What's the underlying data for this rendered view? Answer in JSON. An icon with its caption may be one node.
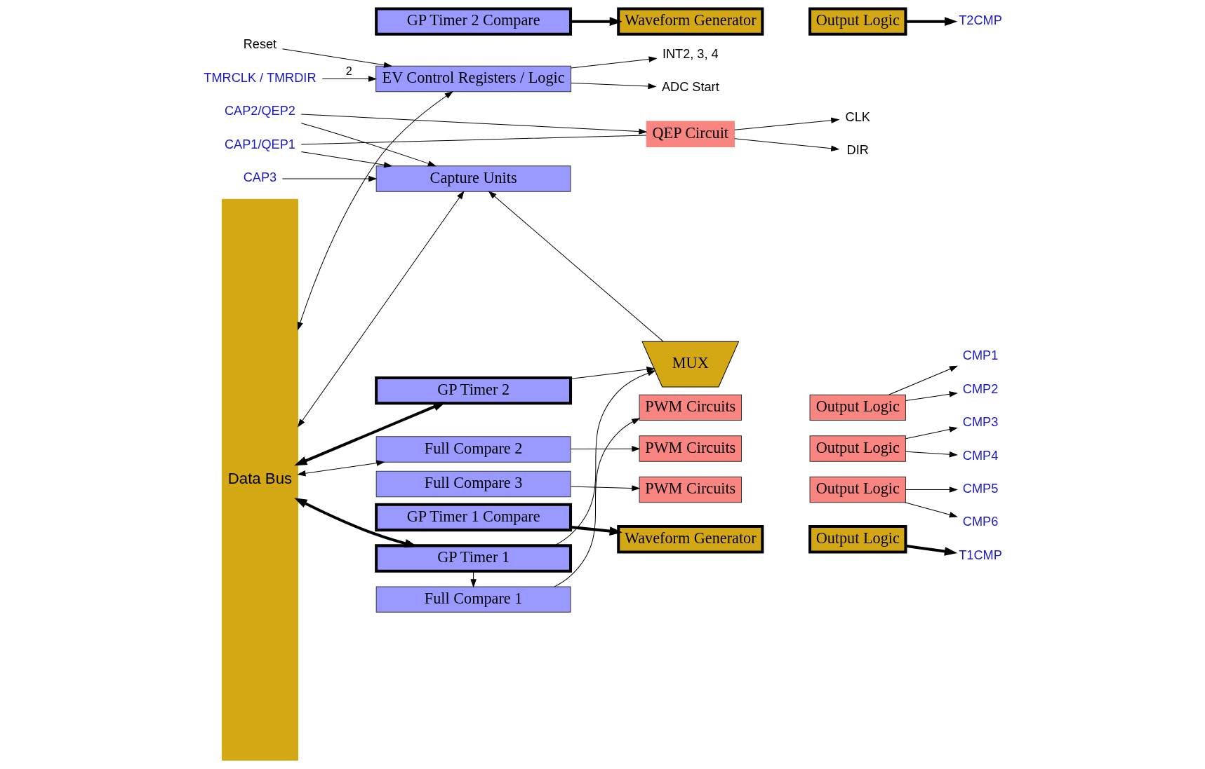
{
  "diagram": {
    "nodes": [
      {
        "text": [
          "Data Bus"
        ]
      },
      {
        "text": [
          "EV Control Registers / Logic"
        ]
      },
      {
        "text": [
          "Reset"
        ]
      },
      {
        "text": [
          "INT2, 3, 4"
        ]
      },
      {
        "text": [
          "TMRCLK / TMRDIR"
        ]
      },
      {
        "text": [
          "ADC Start"
        ]
      },
      {
        "text": [
          "GP Timer 1 Compare"
        ]
      },
      {
        "text": [
          "GP Timer 1"
        ]
      },
      {
        "text": [
          "Waveform Generator"
        ]
      },
      {
        "text": [
          "Output Logic"
        ]
      },
      {
        "text": [
          "T1CMP"
        ]
      },
      {
        "text": [
          "Full Compare 1"
        ]
      },
      {
        "text": [
          "Full Compare 2"
        ]
      },
      {
        "text": [
          "Full Compare 3"
        ]
      },
      {
        "text": [
          "PWM Circuits"
        ]
      },
      {
        "text": [
          "Output Logic"
        ]
      },
      {
        "text": [
          "PWM Circuits"
        ]
      },
      {
        "text": [
          "Output Logic"
        ]
      },
      {
        "text": [
          "PWM Circuits"
        ]
      },
      {
        "text": [
          "Output Logic"
        ]
      },
      {
        "text": [
          "CMP1"
        ]
      },
      {
        "text": [
          "CMP2"
        ]
      },
      {
        "text": [
          "CMP3"
        ]
      },
      {
        "text": [
          "CMP4"
        ]
      },
      {
        "text": [
          "CMP5"
        ]
      },
      {
        "text": [
          "CMP6"
        ]
      },
      {
        "text": [
          "GP Timer 2 Compare"
        ]
      },
      {
        "text": [
          "GP Timer 2"
        ]
      },
      {
        "text": [
          "Waveform Generator"
        ]
      },
      {
        "text": [
          "Output Logic"
        ]
      },
      {
        "text": [
          "T2CMP"
        ]
      },
      {
        "text": [
          "MUX"
        ]
      },
      {
        "text": [
          "QEP Circuit"
        ]
      },
      {
        "text": [
          "CLK"
        ]
      },
      {
        "text": [
          "DIR"
        ]
      },
      {
        "text": [
          "Capture Units"
        ]
      },
      {
        "text": [
          "CAP1/QEP1"
        ]
      },
      {
        "text": [
          "CAP2/QEP2"
        ]
      },
      {
        "text": [
          "CAP3"
        ]
      }
    ],
    "edges": [
      {
        "from": 0,
        "to": 1,
        "arrow": "both"
      },
      {
        "from": 2,
        "to": 1,
        "arrow": "to"
      },
      {
        "from": 1,
        "to": 3,
        "arrow": "to"
      },
      {
        "from": 4,
        "to": 1,
        "arrow": "to",
        "label": "2"
      },
      {
        "from": 1,
        "to": 5,
        "arrow": "to"
      },
      {
        "from": 0,
        "to": 7,
        "arrow": "both",
        "style": "thick"
      },
      {
        "from": 6,
        "to": 8,
        "arrow": "to",
        "style": "thick"
      },
      {
        "from": 9,
        "to": 10,
        "arrow": "to",
        "style": "thick"
      },
      {
        "from": 7,
        "to": 11,
        "arrow": "to"
      },
      {
        "from": 7,
        "to": 31,
        "arrow": "to"
      },
      {
        "from": 0,
        "to": 12,
        "arrow": "both"
      },
      {
        "from": 11,
        "to": 14,
        "arrow": "to"
      },
      {
        "from": 12,
        "to": 16,
        "arrow": "to"
      },
      {
        "from": 13,
        "to": 18,
        "arrow": "to"
      },
      {
        "from": 15,
        "to": 20,
        "arrow": "to"
      },
      {
        "from": 15,
        "to": 21,
        "arrow": "to"
      },
      {
        "from": 17,
        "to": 22,
        "arrow": "to"
      },
      {
        "from": 17,
        "to": 23,
        "arrow": "to"
      },
      {
        "from": 19,
        "to": 24,
        "arrow": "to"
      },
      {
        "from": 19,
        "to": 25,
        "arrow": "to"
      },
      {
        "from": 0,
        "to": 27,
        "arrow": "both",
        "style": "thick"
      },
      {
        "from": 26,
        "to": 28,
        "arrow": "to",
        "style": "thick"
      },
      {
        "from": 29,
        "to": 30,
        "arrow": "to",
        "style": "thick"
      },
      {
        "from": 27,
        "to": 31,
        "arrow": "to"
      },
      {
        "from": 31,
        "to": 35,
        "arrow": "to"
      },
      {
        "from": 32,
        "to": 33,
        "arrow": "to"
      },
      {
        "from": 32,
        "to": 34,
        "arrow": "to"
      },
      {
        "from": 0,
        "to": 35,
        "arrow": "both"
      },
      {
        "from": 36,
        "to": 35,
        "arrow": "to"
      },
      {
        "from": 36,
        "to": 32,
        "arrow": "none"
      },
      {
        "from": 37,
        "to": 35,
        "arrow": "to"
      },
      {
        "from": 37,
        "to": 32,
        "arrow": "to"
      },
      {
        "from": 38,
        "to": 35,
        "arrow": "to"
      }
    ]
  }
}
